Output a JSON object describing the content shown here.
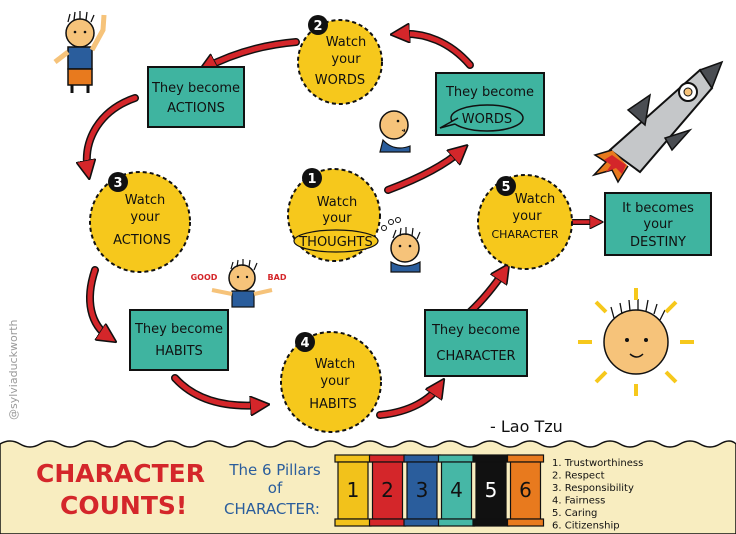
{
  "credit": "@sylviaduckworth",
  "quote": "- Lao Tzu",
  "steps": [
    {
      "number": "1",
      "line1": "Watch",
      "line2": "your",
      "line3": "THOUGHTS"
    },
    {
      "number": "2",
      "line1": "Watch",
      "line2": "your",
      "line3": "WORDS"
    },
    {
      "number": "3",
      "line1": "Watch",
      "line2": "your",
      "line3": "ACTIONS"
    },
    {
      "number": "4",
      "line1": "Watch",
      "line2": "your",
      "line3": "HABITS"
    },
    {
      "number": "5",
      "line1": "Watch",
      "line2": "your",
      "line3": "CHARACTER"
    }
  ],
  "boxes": [
    {
      "line1": "They become",
      "line2": "WORDS"
    },
    {
      "line1": "They become",
      "line2": "ACTIONS"
    },
    {
      "line1": "They become",
      "line2": "HABITS"
    },
    {
      "line1": "They become",
      "line2": "CHARACTER"
    },
    {
      "line1": "It becomes",
      "line2": "your",
      "line3": "DESTINY"
    }
  ],
  "good_label": "GOOD",
  "bad_label": "BAD",
  "banner": {
    "title_line1": "CHARACTER",
    "title_line2": "COUNTS!",
    "sub_line1": "The 6 Pillars",
    "sub_line2": "of",
    "sub_line3": "CHARACTER:",
    "pillars": [
      {
        "number": "1",
        "color": "#f2c21b"
      },
      {
        "number": "2",
        "color": "#d4262a"
      },
      {
        "number": "3",
        "color": "#2a5d9c"
      },
      {
        "number": "4",
        "color": "#46b7a6"
      },
      {
        "number": "5",
        "color": "#111111"
      },
      {
        "number": "6",
        "color": "#e87a1e"
      }
    ],
    "list": [
      "1. Trustworthiness",
      "2. Respect",
      "3. Responsibility",
      "4. Fairness",
      "5. Caring",
      "6. Citizenship"
    ]
  },
  "colors": {
    "sun": "#f6c81c",
    "box": "#3fb4a0",
    "arrow": "#d4262a",
    "banner_bg": "#f8edc0"
  }
}
